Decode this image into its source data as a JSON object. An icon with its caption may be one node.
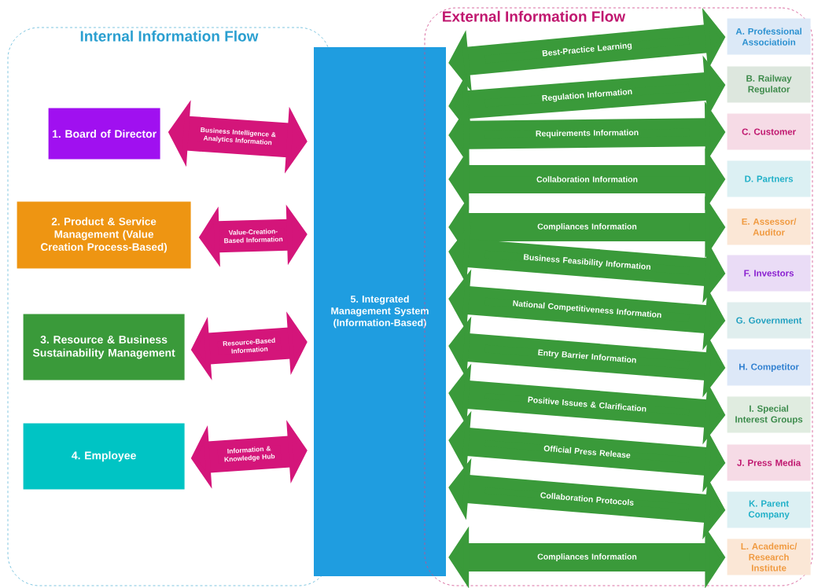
{
  "diagram": {
    "nodes": [
      {
        "text": [
          "Internal Information Flow"
        ]
      },
      {
        "text": [
          "1. Board of Director"
        ],
        "in": 0
      },
      {
        "text": [
          "2. Product & Service Management (Value Creation Process-Based)"
        ],
        "in": 0
      },
      {
        "text": [
          "3. Resource & Business Sustainability Management"
        ],
        "in": 0
      },
      {
        "text": [
          "4. Employee"
        ],
        "in": 0
      },
      {
        "text": [
          "5. Integrated Management System (Information-Based)"
        ]
      },
      {
        "text": [
          "External Information Flow"
        ]
      },
      {
        "text": [
          "A. Professional Associatioin"
        ],
        "in": 6
      },
      {
        "text": [
          "B. Railway Regulator"
        ],
        "in": 6
      },
      {
        "text": [
          "C. Customer"
        ],
        "in": 6
      },
      {
        "text": [
          "D. Partners"
        ],
        "in": 6
      },
      {
        "text": [
          "E. Assessor/ Auditor"
        ],
        "in": 6
      },
      {
        "text": [
          "F. Investors"
        ],
        "in": 6
      },
      {
        "text": [
          "G. Government"
        ],
        "in": 6
      },
      {
        "text": [
          "H. Competitor"
        ],
        "in": 6
      },
      {
        "text": [
          "I. Special Interest Groups"
        ],
        "in": 6
      },
      {
        "text": [
          "J. Press Media"
        ],
        "in": 6
      },
      {
        "text": [
          "K. Parent Company"
        ],
        "in": 6
      },
      {
        "text": [
          "L. Academic/ Research Institute"
        ],
        "in": 6
      }
    ],
    "edges": [
      {
        "from": 1,
        "to": 5,
        "arrow": "both",
        "label": "Business Intelligence & Analytics Information",
        "color": "#d4157a"
      },
      {
        "from": 2,
        "to": 5,
        "arrow": "both",
        "label": "Value-Creation-Based Information",
        "color": "#d4157a"
      },
      {
        "from": 3,
        "to": 5,
        "arrow": "both",
        "label": "Resource-Based Information",
        "color": "#d4157a"
      },
      {
        "from": 4,
        "to": 5,
        "arrow": "both",
        "label": "Information & Knowledge Hub",
        "color": "#d4157a"
      },
      {
        "from": 5,
        "to": 7,
        "arrow": "both",
        "label": "Best-Practice Learning"
      },
      {
        "from": 5,
        "to": 8,
        "arrow": "both",
        "label": "Regulation Information"
      },
      {
        "from": 5,
        "to": 9,
        "arrow": "both",
        "label": "Requirements Information"
      },
      {
        "from": 5,
        "to": 10,
        "arrow": "both",
        "label": "Collaboration Information"
      },
      {
        "from": 5,
        "to": 11,
        "arrow": "both",
        "label": "Compliances Information"
      },
      {
        "from": 5,
        "to": 12,
        "arrow": "both",
        "label": "Business Feasibility Information"
      },
      {
        "from": 5,
        "to": 13,
        "arrow": "both",
        "label": "National Competitiveness Information"
      },
      {
        "from": 5,
        "to": 14,
        "arrow": "both",
        "label": "Entry Barrier Information"
      },
      {
        "from": 5,
        "to": 15,
        "arrow": "both",
        "label": "Positive Issues & Clarification"
      },
      {
        "from": 5,
        "to": 16,
        "arrow": "both",
        "label": "Official Press Release"
      },
      {
        "from": 5,
        "to": 17,
        "arrow": "both",
        "label": "Collaboration Protocols"
      },
      {
        "from": 5,
        "to": 18,
        "arrow": "both",
        "label": "Compliances Information"
      }
    ]
  }
}
